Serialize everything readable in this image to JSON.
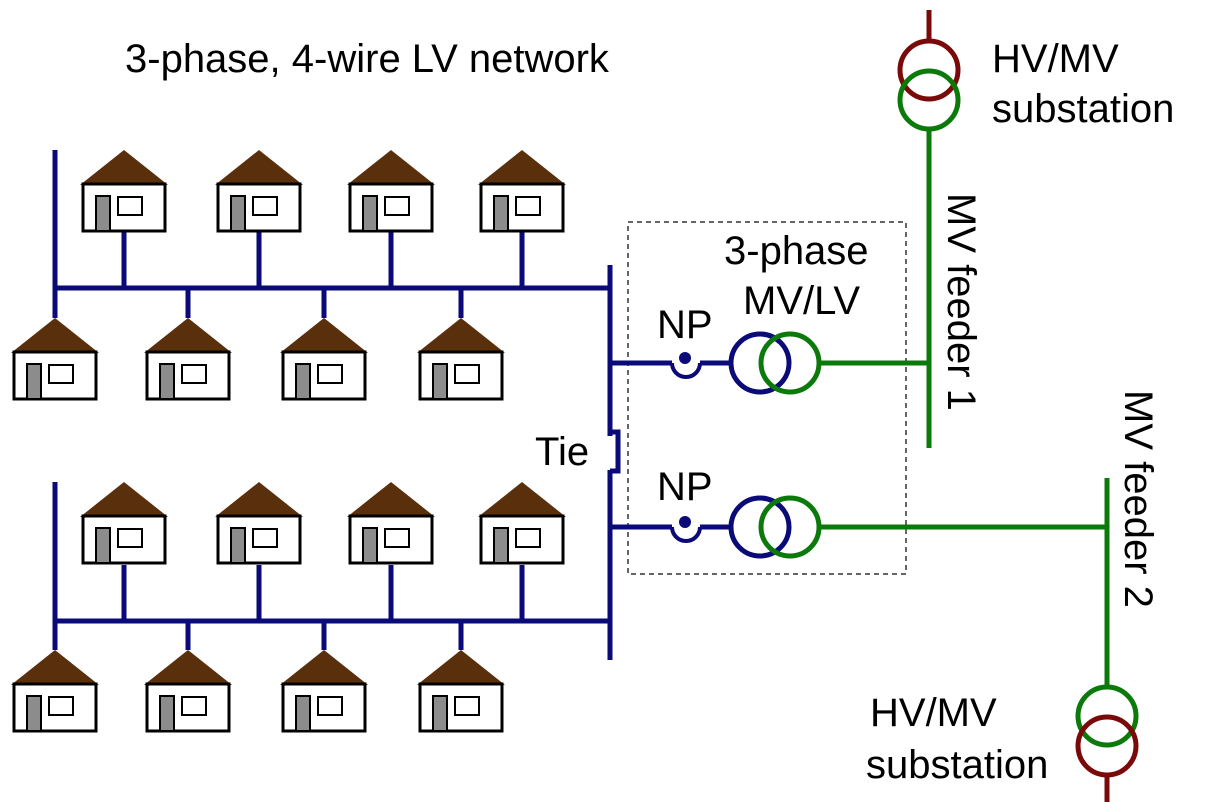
{
  "title": "3-phase, 4-wire LV network",
  "labels": {
    "substation_top_line1": "HV/MV",
    "substation_top_line2": "substation",
    "substation_bottom_line1": "HV/MV",
    "substation_bottom_line2": "substation",
    "transformer_line1": "3-phase",
    "transformer_line2": "MV/LV",
    "np_upper": "NP",
    "np_lower": "NP",
    "tie": "Tie",
    "feeder1": "MV feeder 1",
    "feeder2": "MV feeder 2"
  },
  "colors": {
    "lv": "#0a0a78",
    "mv": "#0b7a0b",
    "hv": "#7a0a0a",
    "roof": "#5a2f0c",
    "door": "#8c8c8c"
  },
  "houses": {
    "upper_top_row": 4,
    "upper_bottom_row": 4,
    "lower_top_row": 4,
    "lower_bottom_row": 4
  }
}
